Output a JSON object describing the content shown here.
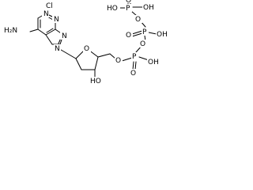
{
  "molecule": {
    "labels": {
      "cl": "Cl",
      "n1": "N",
      "n3": "N",
      "n7": "N",
      "n9": "N",
      "nh2": "H₂N",
      "o_ring": "O",
      "o3": "HO",
      "o5": "O",
      "p_alpha": "P",
      "p_beta": "P",
      "p_gamma": "P",
      "pa_oh": "OH",
      "pa_o": "O",
      "pb_oh": "OH",
      "pb_o": "O",
      "pg_oh_left": "HO",
      "pg_oh_right": "OH",
      "pg_o": "O",
      "o_bridge_ab": "O",
      "o_bridge_bg": "O"
    }
  }
}
